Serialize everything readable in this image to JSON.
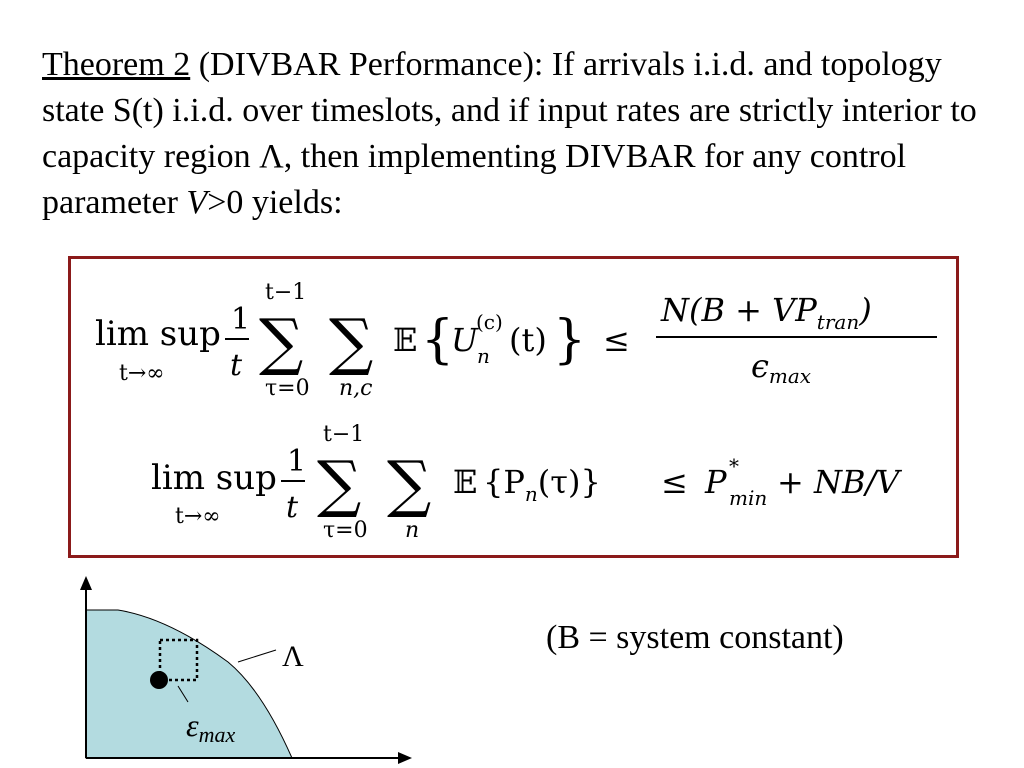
{
  "theorem": {
    "label": "Theorem 2",
    "part1": " (DIVBAR Performance): If arrivals i.i.d. and topology state S(t) i.i.d. over timeslots, and if input rates are strictly interior to capacity region Λ, then implementing DIVBAR for any control parameter ",
    "param": "V",
    "part2": ">0 yields:"
  },
  "equations": {
    "eq1": {
      "limsup": "lim sup",
      "limit_sub": "t→∞",
      "frac_num": "1",
      "frac_den": "t",
      "sum1_top": "t−1",
      "sum1_bottom": "τ=0",
      "sum_symbol": "∑",
      "sum2_bottom": "n,c",
      "expect": "𝔼",
      "lbrace": "{",
      "var_U": "U",
      "var_U_sub": "n",
      "var_U_sup": "(c)",
      "arg": "(t)",
      "rbrace": "}",
      "leq": "≤",
      "rhs_num_a": "N(B + VP",
      "rhs_num_sub": "tran",
      "rhs_num_b": ")",
      "rhs_den": "ϵ",
      "rhs_den_sub": "max"
    },
    "eq2": {
      "limsup": "lim sup",
      "limit_sub": "t→∞",
      "frac_num": "1",
      "frac_den": "t",
      "sum1_top": "t−1",
      "sum1_bottom": "τ=0",
      "sum_symbol": "∑",
      "sum2_bottom": "n",
      "expect": "𝔼",
      "body": "{P",
      "body_sub": "n",
      "body_end": "(τ)}",
      "leq": "≤",
      "rhs_P": "P",
      "rhs_sup": "*",
      "rhs_sub": "min",
      "rhs_rest": "+ NB/V"
    }
  },
  "constant_note": "(B = system constant)",
  "diagram": {
    "region_label": "Λ",
    "epsilon_symbol": "ε",
    "epsilon_sub": "max",
    "fill_color": "#b3dbe0"
  }
}
